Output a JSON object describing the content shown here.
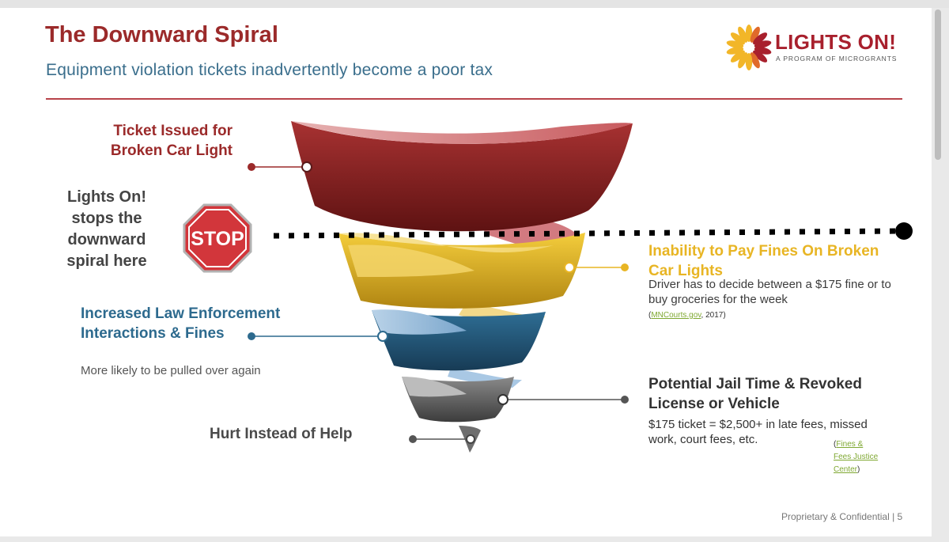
{
  "header": {
    "title": "The Downward Spiral",
    "subtitle": "Equipment violation tickets inadvertently become a poor tax"
  },
  "logo": {
    "name": "LIGHTS ON!",
    "tagline": "A PROGRAM OF MICROGRANTS",
    "colors": {
      "red": "#a8202d",
      "orange": "#e06a2a",
      "yellow": "#f2b628"
    }
  },
  "stop_sign": {
    "text": "STOP",
    "color": "#d2363b"
  },
  "stages": {
    "ticket": {
      "label": "Ticket Issued for Broken Car Light",
      "color": "#8f2222"
    },
    "stops": {
      "label": "Lights On! stops the downward spiral here"
    },
    "inability": {
      "label": "Inability to Pay Fines On Broken Car Lights",
      "description": "Driver has to decide between a $175 fine or to buy groceries for the week",
      "source_open": "(",
      "source_link": "MNCourts.gov",
      "source_close": ", 2017)",
      "color": "#e8b524"
    },
    "enforcement": {
      "label": "Increased Law Enforcement Interactions & Fines",
      "description": "More likely to be pulled over again",
      "color": "#2d6a8e"
    },
    "hurt": {
      "label": "Hurt Instead of Help",
      "color": "#555555"
    },
    "jail": {
      "label": "Potential Jail Time & Revoked License or Vehicle",
      "description": "$175 ticket = $2,500+ in late fees, missed work, court fees, etc.",
      "source_open": "(",
      "source_link": "Fines & Fees Justice Center",
      "source_close": ")",
      "color": "#555555"
    }
  },
  "footer": {
    "text": "Proprietary & Confidential | 5"
  }
}
